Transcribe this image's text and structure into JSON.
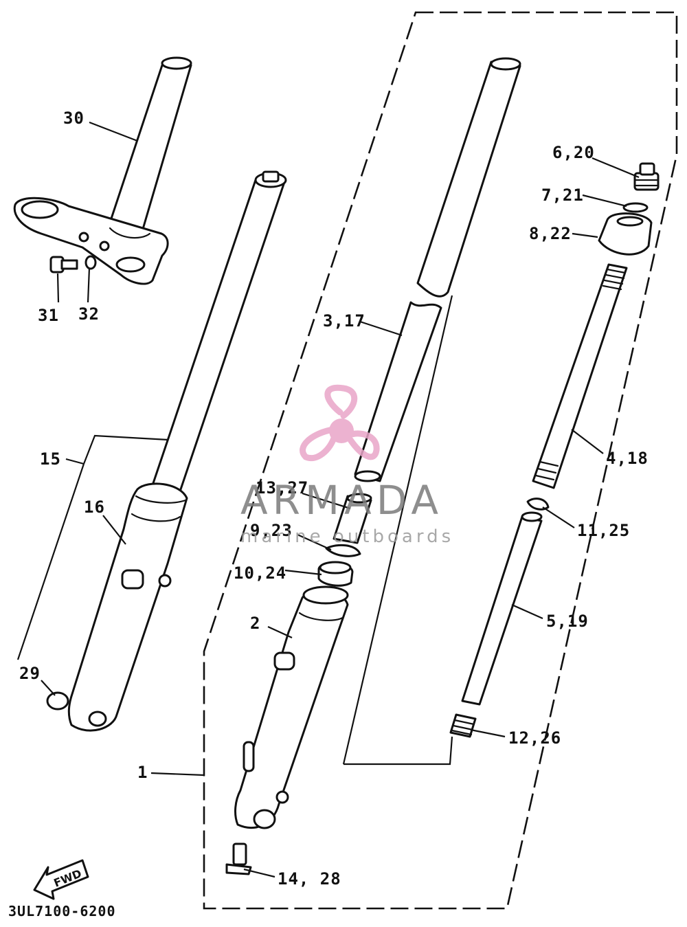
{
  "diagram": {
    "labels": [
      {
        "id": "p30",
        "text": "30"
      },
      {
        "id": "p31",
        "text": "31"
      },
      {
        "id": "p32",
        "text": "32"
      },
      {
        "id": "p15",
        "text": "15"
      },
      {
        "id": "p16",
        "text": "16"
      },
      {
        "id": "p29",
        "text": "29"
      },
      {
        "id": "p1",
        "text": "1"
      },
      {
        "id": "p2",
        "text": "2"
      },
      {
        "id": "p3_17",
        "text": "3,17"
      },
      {
        "id": "p13_27",
        "text": "13,27"
      },
      {
        "id": "p9_23",
        "text": "9,23"
      },
      {
        "id": "p10_24",
        "text": "10,24"
      },
      {
        "id": "p14_28",
        "text": "14, 28"
      },
      {
        "id": "p6_20",
        "text": "6,20"
      },
      {
        "id": "p7_21",
        "text": "7,21"
      },
      {
        "id": "p8_22",
        "text": "8,22"
      },
      {
        "id": "p4_18",
        "text": "4,18"
      },
      {
        "id": "p11_25",
        "text": "11,25"
      },
      {
        "id": "p5_19",
        "text": "5,19"
      },
      {
        "id": "p12_26",
        "text": "12,26"
      }
    ],
    "fwd_label": "FWD",
    "diagram_code": "3UL7100-6200"
  },
  "watermark": {
    "brand": "ARMADA",
    "tagline": "marine outboards",
    "logo_color": "#e9a5c8",
    "text_color": "#7b7b7b"
  }
}
